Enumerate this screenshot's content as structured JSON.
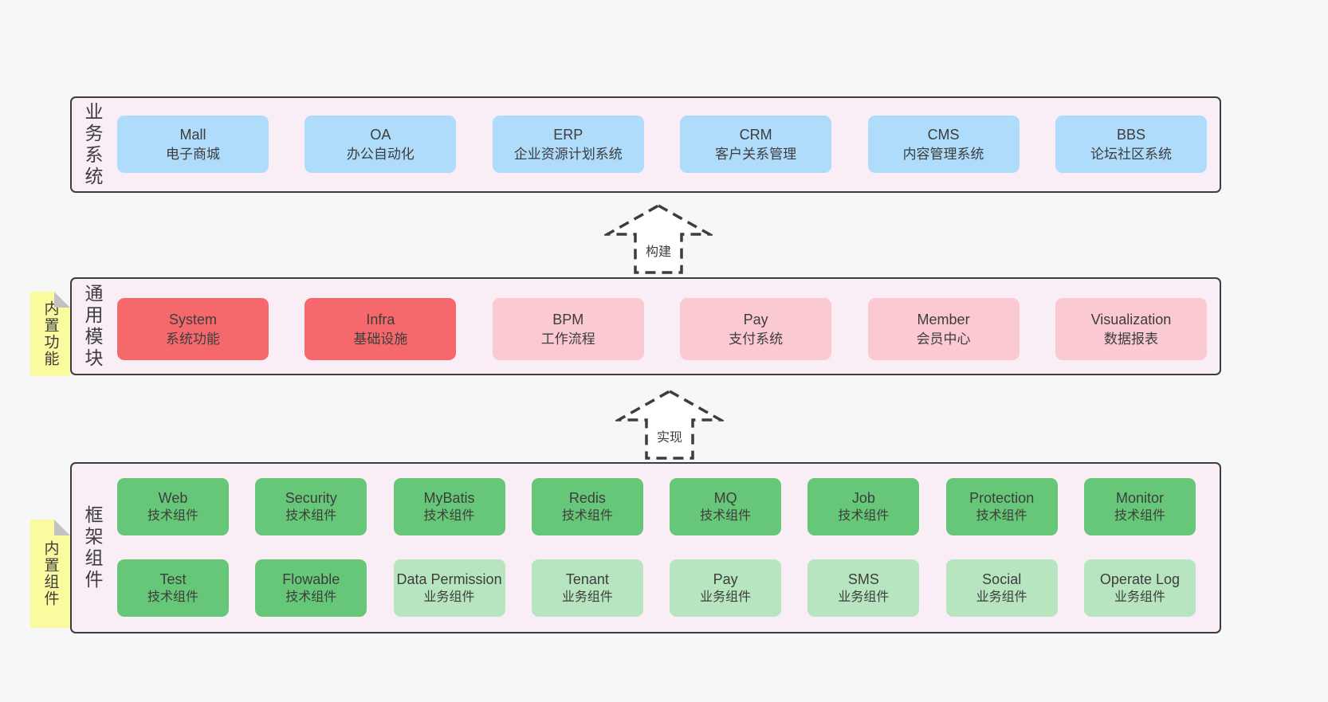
{
  "page": {
    "background": "#f7f7f7",
    "border_color": "#3d3d3d",
    "text_color": "#3d3d3d"
  },
  "colors": {
    "band_background": "#f9edf6",
    "blue_box": "#aedcfa",
    "red_box": "#f5696d",
    "pink_box": "#fbc9d2",
    "green_box": "#67c778",
    "light_green_box": "#b7e5c0",
    "sticky_tab": "#fafa9e",
    "fold_corner": "#c2c2c2"
  },
  "arrows": [
    {
      "label": "构建"
    },
    {
      "label": "实现"
    }
  ],
  "bands": [
    {
      "label": "业务系统",
      "boxes": [
        {
          "name": "Mall",
          "desc": "电子商城"
        },
        {
          "name": "OA",
          "desc": "办公自动化"
        },
        {
          "name": "ERP",
          "desc": "企业资源计划系统"
        },
        {
          "name": "CRM",
          "desc": "客户关系管理"
        },
        {
          "name": "CMS",
          "desc": "内容管理系统"
        },
        {
          "name": "BBS",
          "desc": "论坛社区系统"
        }
      ]
    },
    {
      "tab": "内置功能",
      "label": "通用模块",
      "boxes": [
        {
          "name": "System",
          "desc": "系统功能"
        },
        {
          "name": "Infra",
          "desc": "基础设施"
        },
        {
          "name": "BPM",
          "desc": "工作流程"
        },
        {
          "name": "Pay",
          "desc": "支付系统"
        },
        {
          "name": "Member",
          "desc": "会员中心"
        },
        {
          "name": "Visualization",
          "desc": "数据报表"
        }
      ]
    },
    {
      "tab": "内置组件",
      "label": "框架组件",
      "rows": [
        [
          {
            "name": "Web",
            "desc": "技术组件"
          },
          {
            "name": "Security",
            "desc": "技术组件"
          },
          {
            "name": "MyBatis",
            "desc": "技术组件"
          },
          {
            "name": "Redis",
            "desc": "技术组件"
          },
          {
            "name": "MQ",
            "desc": "技术组件"
          },
          {
            "name": "Job",
            "desc": "技术组件"
          },
          {
            "name": "Protection",
            "desc": "技术组件"
          },
          {
            "name": "Monitor",
            "desc": "技术组件"
          }
        ],
        [
          {
            "name": "Test",
            "desc": "技术组件"
          },
          {
            "name": "Flowable",
            "desc": "技术组件"
          },
          {
            "name": "Data Permission",
            "desc": "业务组件"
          },
          {
            "name": "Tenant",
            "desc": "业务组件"
          },
          {
            "name": "Pay",
            "desc": "业务组件"
          },
          {
            "name": "SMS",
            "desc": "业务组件"
          },
          {
            "name": "Social",
            "desc": "业务组件"
          },
          {
            "name": "Operate Log",
            "desc": "业务组件"
          }
        ]
      ]
    }
  ]
}
